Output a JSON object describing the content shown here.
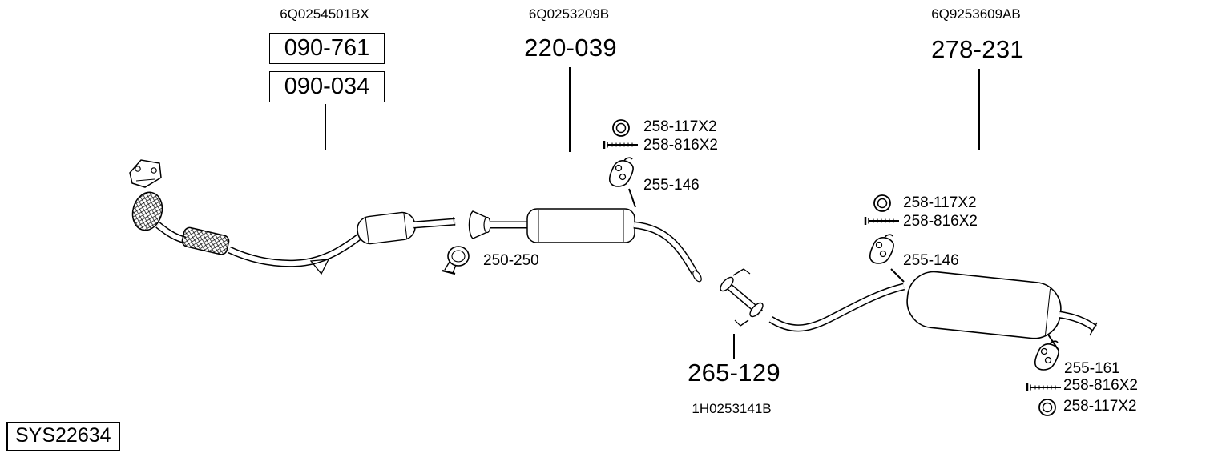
{
  "title_block": {
    "system_id": "SYS22634"
  },
  "sections": {
    "front_pipe": {
      "oem_code": "6Q0254501BX",
      "part_numbers": [
        "090-761",
        "090-034"
      ]
    },
    "center_muffler": {
      "oem_code": "6Q0253209B",
      "part_number": "220-039"
    },
    "rear_muffler": {
      "oem_code": "6Q9253609AB",
      "part_number": "278-231"
    },
    "connector": {
      "part_number": "265-129",
      "oem_code": "1H0253141B"
    }
  },
  "callouts": {
    "center_gasket": "258-117X2",
    "center_bolt": "258-816X2",
    "center_hanger": "255-146",
    "clamp": "250-250",
    "rear_gasket": "258-117X2",
    "rear_bolt": "258-816X2",
    "rear_hanger": "255-146",
    "tail_hanger": "255-161",
    "tail_bolt": "258-816X2",
    "tail_gasket": "258-117X2"
  },
  "icons": {
    "gasket": "double-circle-ring",
    "bolt": "threaded-stud",
    "hanger": "rubber-mount-bracket",
    "clamp": "pipe-clamp"
  },
  "colors": {
    "line": "#000000",
    "background": "#ffffff"
  }
}
